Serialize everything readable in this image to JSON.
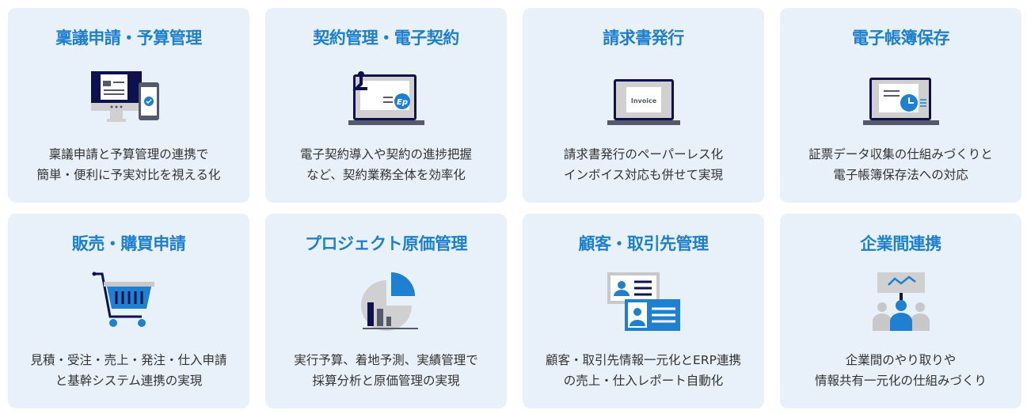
{
  "cards": [
    {
      "title": "稟議申請・予算管理",
      "icon": "desktop-phone-check-icon",
      "lines": [
        "稟議申請と予算管理の連携で",
        "簡単・便利に予実対比を視える化"
      ]
    },
    {
      "title": "契約管理・電子契約",
      "icon": "laptop-stamp-icon",
      "lines": [
        "電子契約導入や契約の進捗把握",
        "など、契約業務全体を効率化"
      ],
      "stamp": "Ep"
    },
    {
      "title": "請求書発行",
      "icon": "laptop-invoice-icon",
      "lines": [
        "請求書発行のペーパーレス化",
        "インボイス対応も併せて実現"
      ],
      "invoice": "Invoice"
    },
    {
      "title": "電子帳簿保存",
      "icon": "laptop-clock-icon",
      "lines": [
        "証票データ収集の仕組みづくりと",
        "電子帳簿保存法への対応"
      ]
    },
    {
      "title": "販売・購買申請",
      "icon": "shopping-cart-icon",
      "lines": [
        "見積・受注・売上・発注・仕入申請",
        "と基幹システム連携の実現"
      ]
    },
    {
      "title": "プロジェクト原価管理",
      "icon": "pie-bar-chart-icon",
      "lines": [
        "実行予算、着地予測、実績管理で",
        "採算分析と原価管理の実現"
      ]
    },
    {
      "title": "顧客・取引先管理",
      "icon": "contact-cards-icon",
      "lines": [
        "顧客・取引先情報一元化とERP連携",
        "の売上・仕入レポート自動化"
      ]
    },
    {
      "title": "企業間連携",
      "icon": "people-presentation-icon",
      "lines": [
        "企業間のやり取りや",
        "情報共有一元化の仕組みづくり"
      ]
    }
  ],
  "colors": {
    "title": "#1d7fcf",
    "navy": "#0d1150",
    "blue": "#1f7fd0",
    "gray": "#c8c8c8"
  }
}
